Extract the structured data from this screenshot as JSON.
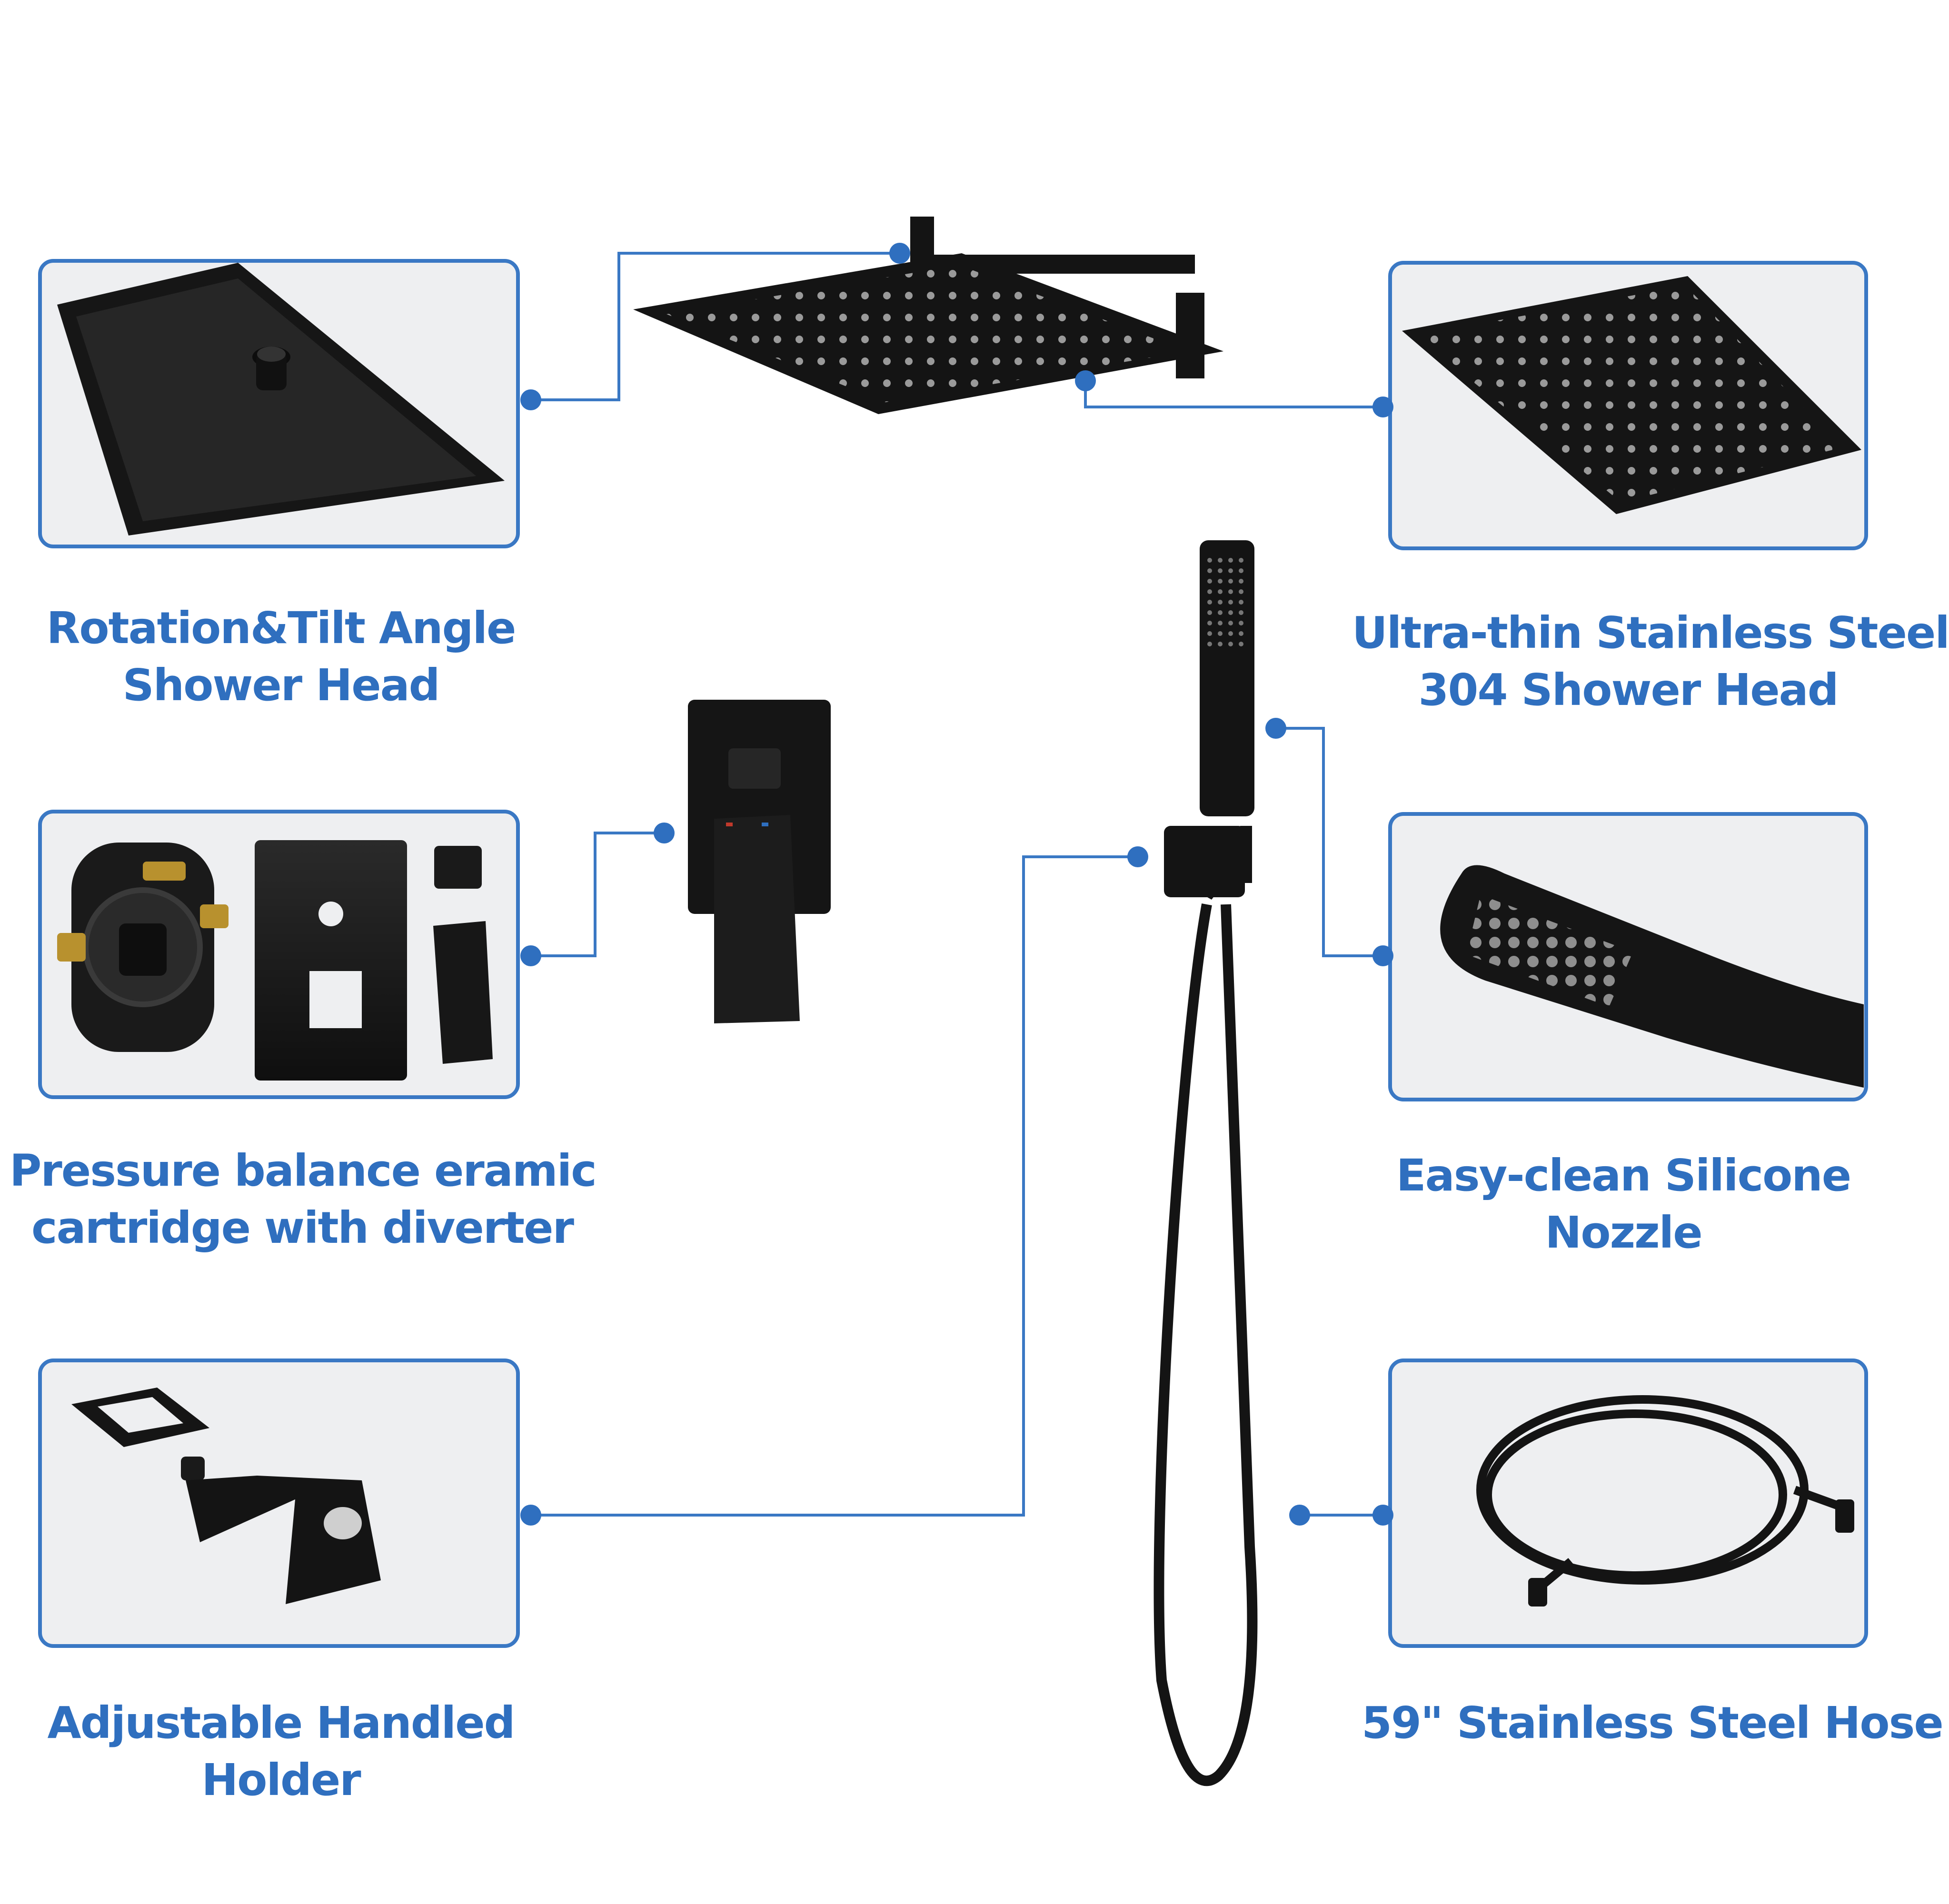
{
  "colors": {
    "accent": "#2f6fbf",
    "frame_border": "#3a78c4",
    "panel_bg": "#eeeff1",
    "product": "#141414"
  },
  "callouts": [
    {
      "id": "rotation",
      "lines": [
        "Rotation&Tilt Angle",
        "Shower Head"
      ]
    },
    {
      "id": "ultra",
      "lines": [
        "Ultra-thin Stainless Steel",
        "304 Shower Head"
      ]
    },
    {
      "id": "pressure",
      "lines": [
        "Pressure balance eramic",
        "cartridge with diverter"
      ]
    },
    {
      "id": "easy",
      "lines": [
        "Easy-clean Silicone",
        "Nozzle"
      ]
    },
    {
      "id": "holder",
      "lines": [
        "Adjustable Handled",
        "Holder"
      ]
    },
    {
      "id": "hose",
      "lines": [
        "59\" Stainless Steel Hose"
      ]
    }
  ]
}
